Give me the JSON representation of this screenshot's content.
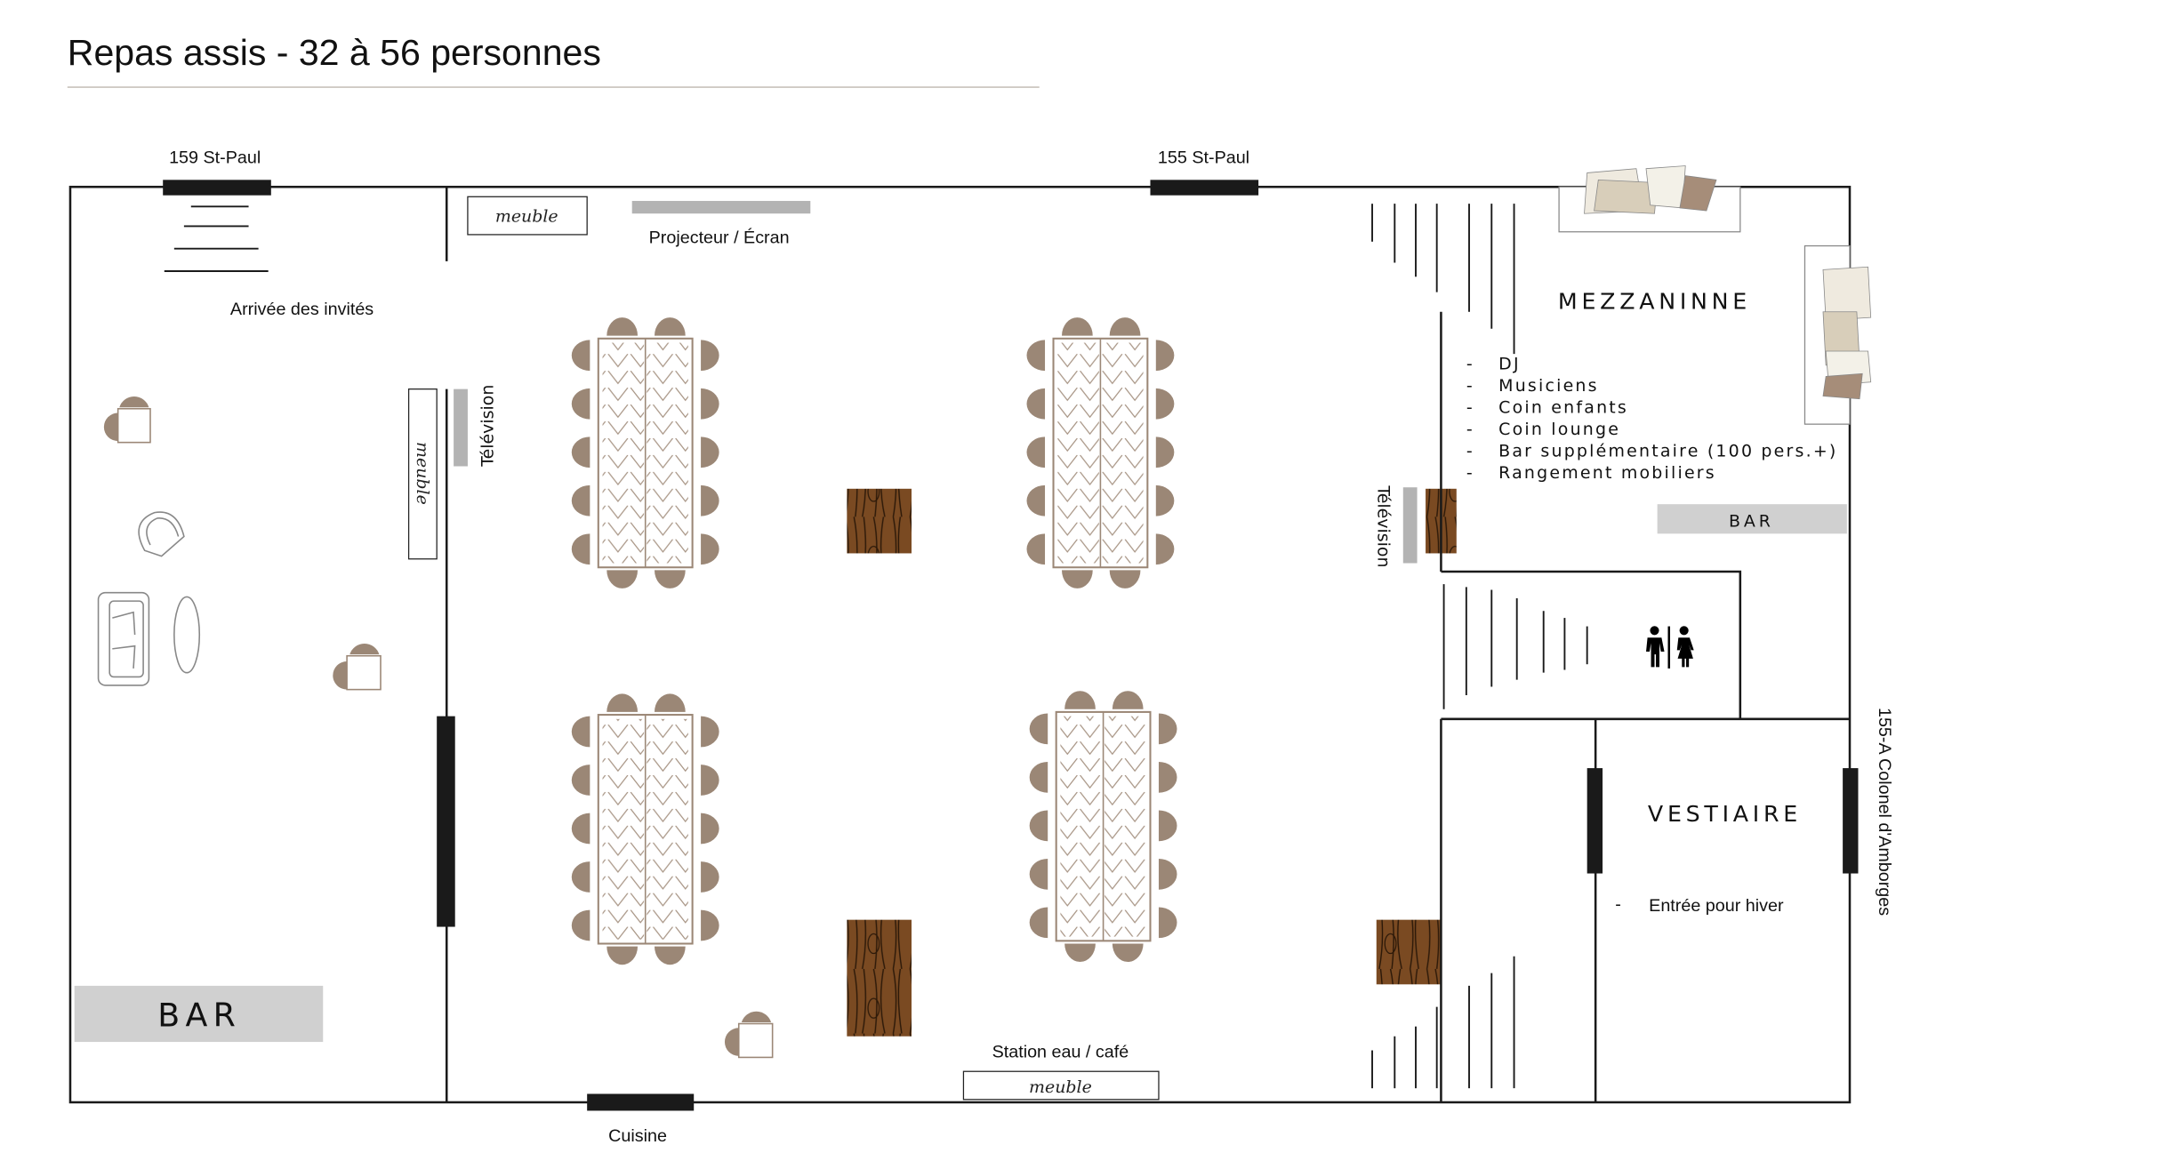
{
  "title": "Repas assis - 32 à 56 personnes",
  "entrances": {
    "left": "159 St-Paul",
    "center": "155 St-Paul",
    "side": "155-A Colonel d'Amborges",
    "kitchen": "Cuisine"
  },
  "labels": {
    "arrival": "Arrivée des invités",
    "projector": "Projecteur / Écran",
    "tv_left": "Télévision",
    "tv_right": "Télévision",
    "station": "Station eau / café",
    "meuble": "meuble",
    "bar_main": "BAR",
    "bar_mezz": "BAR"
  },
  "mezzanine": {
    "title": "MEZZANINNE",
    "items": [
      "DJ",
      "Musiciens",
      "Coin enfants",
      "Coin lounge",
      "Bar supplémentaire (100 pers.+)",
      "Rangement mobiliers"
    ]
  },
  "vestiaire": {
    "title": "VESTIAIRE",
    "items": [
      "Entrée pour hiver"
    ]
  },
  "tables": {
    "count": 4,
    "seats_per_table": 14
  },
  "colors": {
    "chair": "#9b8776",
    "bar": "#d0d0d0",
    "wall": "#1a1a1a",
    "tv": "#b3b3b3"
  }
}
